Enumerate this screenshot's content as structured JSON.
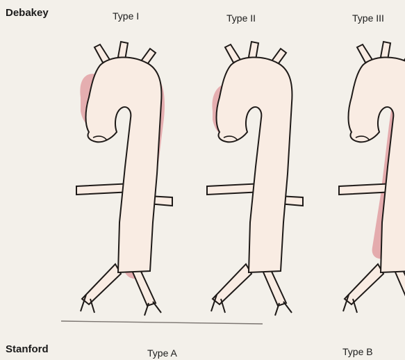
{
  "labels": {
    "debakey": "Debakey",
    "stanford": "Stanford",
    "type_i": "Type I",
    "type_ii": "Type II",
    "type_iii": "Type III",
    "type_a": "Type A",
    "type_b": "Type B"
  },
  "colors": {
    "vessel_fill": "#f9ece3",
    "dissection_fill": "#e3a6aa",
    "outline": "#1e1a18",
    "background": "#f3f0ea"
  }
}
